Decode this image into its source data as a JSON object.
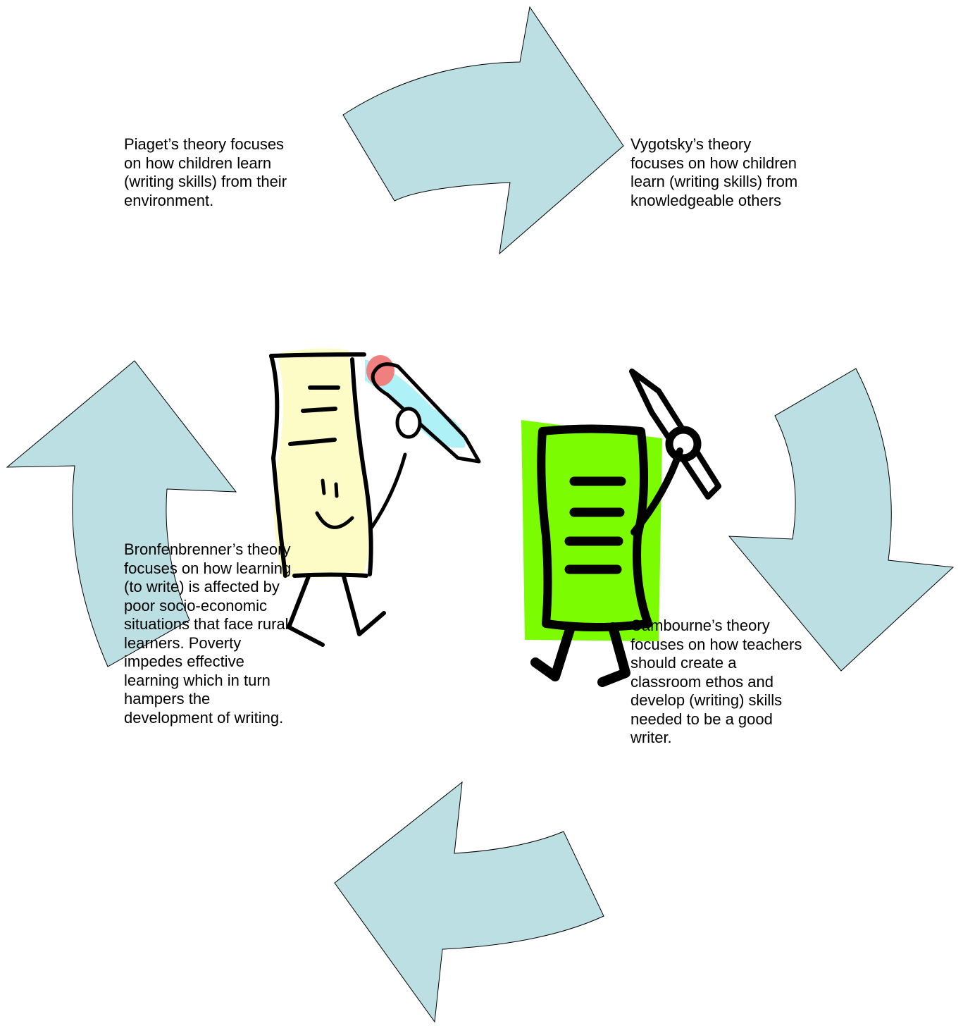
{
  "theories": {
    "piaget": "Piaget’s theory focuses\non how children learn\n(writing skills) from their\nenvironment.",
    "vygotsky": "Vygotsky’s theory\nfocuses on how children\nlearn (writing skills) from\nknowledgeable others",
    "bronfenbrenner": "Bronfenbrenner’s theory\nfocuses on how learning\n(to write) is affected by\npoor socio-economic\nsituations that face rural\nlearners.  Poverty\nimpedes effective\nlearning which in turn\nhampers the\ndevelopment of writing.",
    "cambourne": "Cambourne’s theory\nfocuses on how teachers\nshould create a\nclassroom ethos and\ndevelop (writing) skills\nneeded to be a good\nwriter."
  },
  "colors": {
    "arrow_fill": "#bcdfe3",
    "arrow_stroke": "#000000",
    "paper_yellow": "#fdfcc6",
    "paper_green": "#7cfc00",
    "pen_cyan": "#aef2f8",
    "pen_pink": "#f07f7f"
  },
  "icons": [
    "cycle-arrow-top",
    "cycle-arrow-right",
    "cycle-arrow-bottom",
    "cycle-arrow-left",
    "paper-character-yellow",
    "paper-character-green"
  ]
}
